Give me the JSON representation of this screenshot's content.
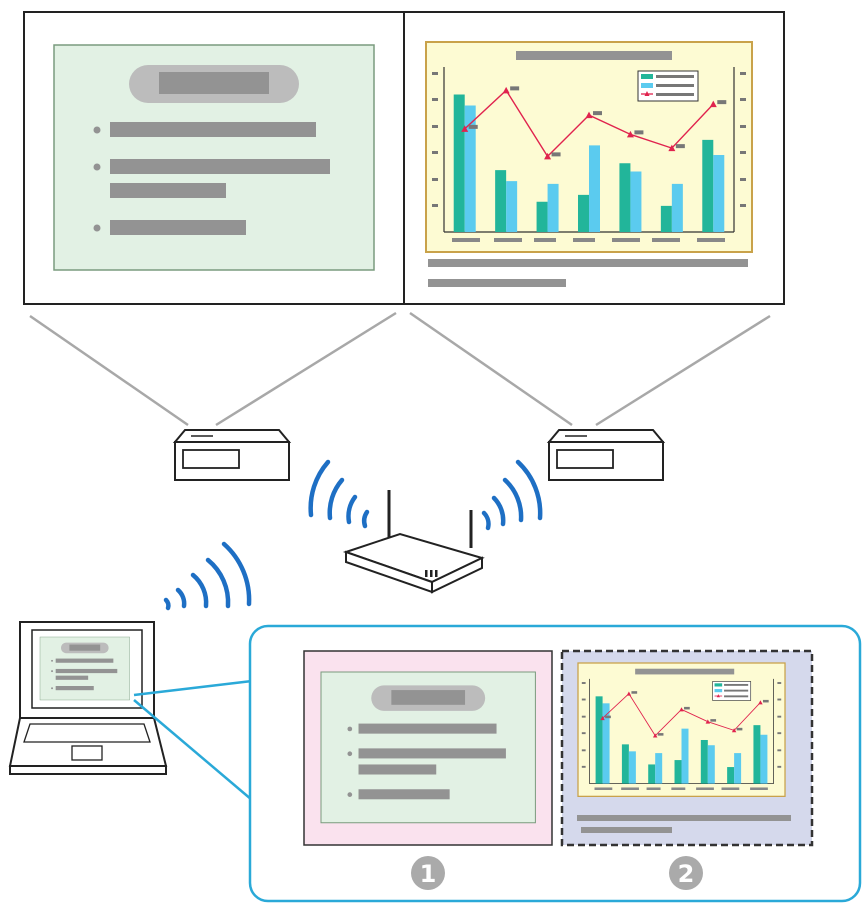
{
  "colors": {
    "screen_frame": "#222222",
    "slide_bg": "#e2f1e4",
    "slide_border": "#7a9b7e",
    "chart_bg": "#fdfbd3",
    "chart_border": "#c9a24a",
    "bar_teal": "#22b59a",
    "bar_cyan": "#5bcbef",
    "line_red": "#e0234e",
    "placeholder_gray": "#939393",
    "projection_line": "#a8a8a8",
    "wifi_blue": "#1e6fc4",
    "callout_blue": "#2aa9d8",
    "panel_pink": "#fae2ee",
    "panel_lavender": "#d5d9ec",
    "badge_gray": "#aaaaaa"
  },
  "icons": [
    "projector-icon",
    "wireless-router-icon",
    "laptop-icon",
    "wifi-wave-icon"
  ],
  "panel_numbers": {
    "first": "1",
    "second": "2"
  },
  "chart_data": {
    "type": "bar",
    "title": "",
    "categories": [
      "",
      "",
      "",
      "",
      "",
      "",
      ""
    ],
    "series": [
      {
        "values": [
          100,
          45,
          22,
          27,
          50,
          19,
          67
        ]
      },
      {
        "values": [
          92,
          37,
          35,
          63,
          44,
          35,
          56
        ]
      }
    ],
    "line_series": [
      {
        "values": [
          75,
          103,
          55,
          85,
          71,
          61,
          93
        ]
      }
    ],
    "ylim": [
      0,
      120
    ],
    "grid": false,
    "legend": "top-right"
  }
}
